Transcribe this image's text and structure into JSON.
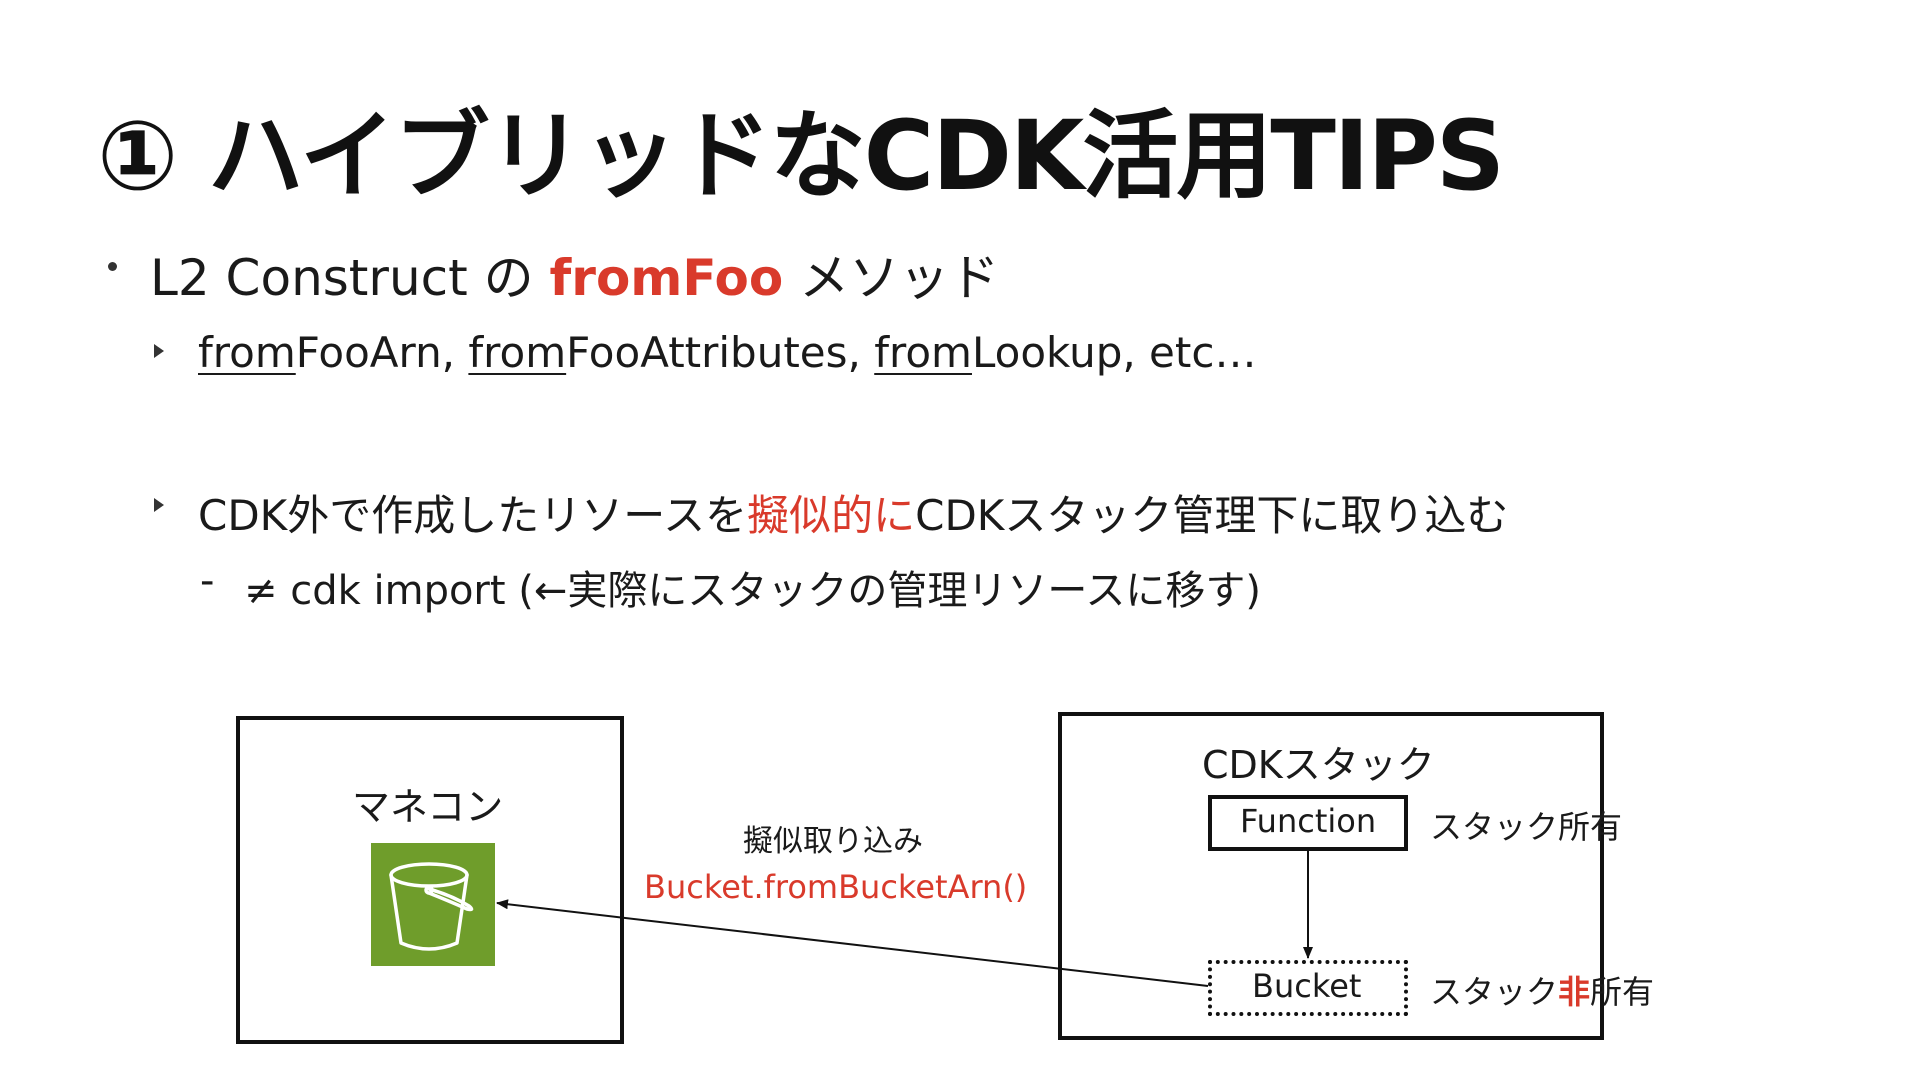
{
  "slide": {
    "title": "① ハイブリッドなCDK活用TIPS",
    "bullet1": {
      "prefix": "L2 Construct の ",
      "highlight": "fromFoo",
      "suffix": " メソッド"
    },
    "sub1": {
      "u1": "from",
      "t1": "FooArn, ",
      "u2": "from",
      "t2": "FooAttributes, ",
      "u3": "from",
      "t3": "Lookup, etc…"
    },
    "sub2": {
      "prefix": "CDK外で作成したリソースを",
      "highlight": "擬似的に",
      "suffix": "CDKスタック管理下に取り込む"
    },
    "sub3": {
      "dash": "-",
      "text": "≠ cdk import (←実際にスタックの管理リソースに移す)"
    }
  },
  "diagram": {
    "console_box_label": "マネコン",
    "console_icon": "s3-bucket-icon",
    "cdk_box_label": "CDKスタック",
    "function_label": "Function",
    "bucket_label": "Bucket",
    "owned_label": "スタック所有",
    "not_owned_prefix": "スタック",
    "not_owned_highlight": "非",
    "not_owned_suffix": "所有",
    "arrow_label": "擬似取り込み",
    "arrow_code": "Bucket.fromBucketArn()"
  },
  "colors": {
    "accent_red": "#d93a2b",
    "s3_green": "#6f9d2b"
  }
}
